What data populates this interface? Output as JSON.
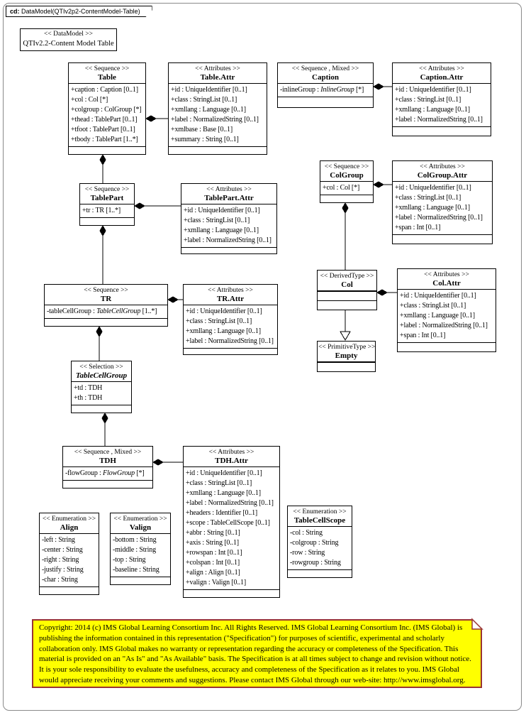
{
  "frame": {
    "tab_prefix": "cd:",
    "tab_label": "DataModel(QTIv2p2-ContentModel-Table)"
  },
  "diagram_label": {
    "stereotype": "<< DataModel >>",
    "name": "QTIv2.2-Content Model Table"
  },
  "classes": [
    {
      "id": "table",
      "stereotype": "<< Sequence >>",
      "name": "Table",
      "attrs": [
        "+caption : Caption [0..1]",
        "+col : Col [*]",
        "+colgroup : ColGroup [*]",
        "+thead : TablePart [0..1]",
        "+tfoot : TablePart [0..1]",
        "+tbody : TablePart [1..*]"
      ]
    },
    {
      "id": "tableAttr",
      "stereotype": "<< Attributes >>",
      "name": "Table.Attr",
      "attrs": [
        "+id : UniqueIdentifier  [0..1]",
        "+class : StringList [0..1]",
        "+xmllang : Language [0..1]",
        "+label : NormalizedString  [0..1]",
        "+xmlbase : Base [0..1]",
        "+summary : String [0..1]"
      ]
    },
    {
      "id": "caption",
      "stereotype": "<< Sequence , Mixed >>",
      "name": "Caption",
      "attrs": [
        [
          "-inlineGroup : ",
          {
            "i": "InlineGroup"
          },
          " [*]"
        ]
      ]
    },
    {
      "id": "captionAttr",
      "stereotype": "<< Attributes >>",
      "name": "Caption.Attr",
      "attrs": [
        "+id : UniqueIdentifier  [0..1]",
        "+class : StringList [0..1]",
        "+xmllang : Language [0..1]",
        "+label : NormalizedString  [0..1]"
      ]
    },
    {
      "id": "tablePart",
      "stereotype": "<< Sequence >>",
      "name": "TablePart",
      "attrs": [
        "+tr : TR [1..*]"
      ]
    },
    {
      "id": "tablePartAttr",
      "stereotype": "<< Attributes >>",
      "name": "TablePart.Attr",
      "attrs": [
        "+id : UniqueIdentifier  [0..1]",
        "+class : StringList [0..1]",
        "+xmllang : Language [0..1]",
        "+label : NormalizedString  [0..1]"
      ]
    },
    {
      "id": "colGroup",
      "stereotype": "<< Sequence >>",
      "name": "ColGroup",
      "attrs": [
        "+col : Col [*]"
      ]
    },
    {
      "id": "colGroupAttr",
      "stereotype": "<< Attributes >>",
      "name": "ColGroup.Attr",
      "attrs": [
        "+id : UniqueIdentifier  [0..1]",
        "+class : StringList [0..1]",
        "+xmllang : Language [0..1]",
        "+label : NormalizedString  [0..1]",
        "+span : Int [0..1]"
      ]
    },
    {
      "id": "tr",
      "stereotype": "<< Sequence >>",
      "name": "TR",
      "attrs": [
        [
          "-tableCellGroup : ",
          {
            "i": "TableCellGroup"
          },
          " [1..*]"
        ]
      ]
    },
    {
      "id": "trAttr",
      "stereotype": "<< Attributes >>",
      "name": "TR.Attr",
      "attrs": [
        "+id : UniqueIdentifier  [0..1]",
        "+class : StringList [0..1]",
        "+xmllang : Language [0..1]",
        "+label : NormalizedString  [0..1]"
      ]
    },
    {
      "id": "col",
      "stereotype": "<< DerivedType >>",
      "name": "Col",
      "attrs": []
    },
    {
      "id": "colAttr",
      "stereotype": "<< Attributes >>",
      "name": "Col.Attr",
      "attrs": [
        "+id : UniqueIdentifier  [0..1]",
        "+class : StringList [0..1]",
        "+xmllang : Language [0..1]",
        "+label : NormalizedString  [0..1]",
        "+span : Int [0..1]"
      ]
    },
    {
      "id": "empty",
      "stereotype": "<< PrimitiveType >>",
      "name": "Empty",
      "attrs": []
    },
    {
      "id": "tableCellGroup",
      "stereotype": "<< Selection >>",
      "name": "TableCellGroup",
      "attrs": [
        "+td : TDH",
        "+th : TDH"
      ]
    },
    {
      "id": "tdh",
      "stereotype": "<< Sequence , Mixed >>",
      "name": "TDH",
      "attrs": [
        [
          "-flowGroup : ",
          {
            "i": "FlowGroup"
          },
          " [*]"
        ]
      ]
    },
    {
      "id": "tdhAttr",
      "stereotype": "<< Attributes >>",
      "name": "TDH.Attr",
      "attrs": [
        "+id : UniqueIdentifier  [0..1]",
        "+class : StringList [0..1]",
        "+xmllang : Language [0..1]",
        "+label : NormalizedString  [0..1]",
        "+headers : Identifier [0..1]",
        "+scope : TableCellScope [0..1]",
        "+abbr : String [0..1]",
        "+axis : String [0..1]",
        "+rowspan : Int [0..1]",
        "+colspan : Int [0..1]",
        "+align : Align [0..1]",
        "+valign : Valign [0..1]"
      ]
    },
    {
      "id": "align",
      "stereotype": "<< Enumeration >>",
      "name": "Align",
      "attrs": [
        "-left : String",
        "-center : String",
        "-right : String",
        "-justify : String",
        "-char : String"
      ]
    },
    {
      "id": "valign",
      "stereotype": "<< Enumeration >>",
      "name": "Valign",
      "attrs": [
        "-bottom : String",
        "-middle : String",
        "-top : String",
        "-baseline : String"
      ]
    },
    {
      "id": "tableCellScope",
      "stereotype": "<< Enumeration >>",
      "name": "TableCellScope",
      "attrs": [
        "-col : String",
        "-colgroup : String",
        "-row : String",
        "-rowgroup : String"
      ]
    }
  ],
  "note": {
    "text": "Copyright: 2014 (c) IMS Global Learning Consortium Inc.  All Rights Reserved.  IMS Global Learning Consortium Inc.  (IMS Global) is publishing the information contained in this representation (\"Specification\") for purposes of scientific, experimental and scholarly collaboration only.  IMS Global makes no warranty or representation regarding the accuracy or completeness of the Specification.  This material is provided on an \"As Is\" and \"As Available\" basis.  The Specification is at all times subject to change and revision without notice.  It is your sole responsibility to evaluate the usefulness, accuracy and completeness of the Specification as it relates to you.  IMS Global would appreciate receiving your comments and suggestions.  Please contact IMS Global through our web-site: http://www.imsglobal.org."
  },
  "colors": {
    "note_background": "#FFFF00",
    "note_border": "#993333",
    "line_color": "#000000"
  }
}
